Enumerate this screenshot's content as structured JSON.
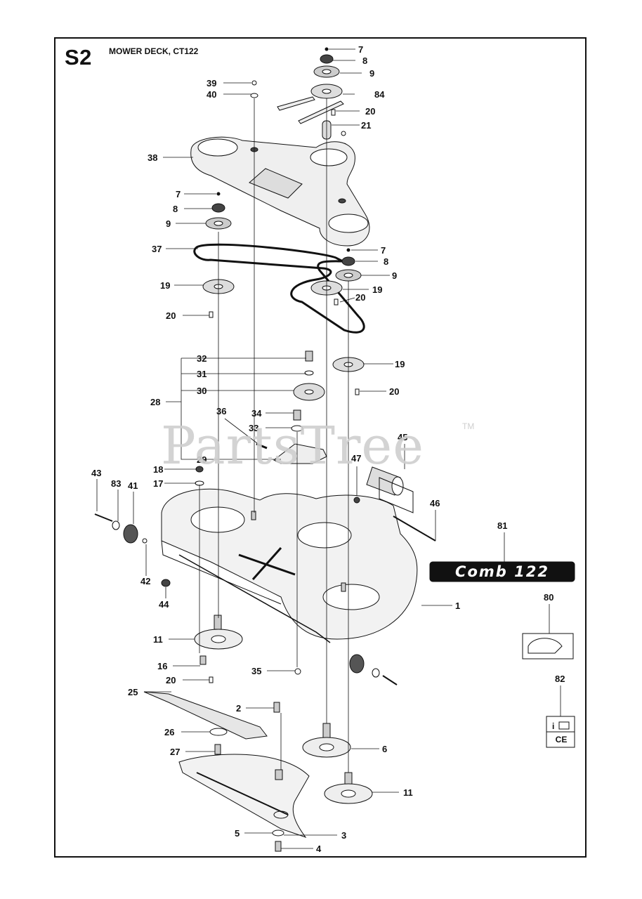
{
  "header": {
    "page_code": "S2",
    "title": "MOWER DECK, CT122"
  },
  "watermark": {
    "text": "PartsTree",
    "tm": "TM"
  },
  "decal": {
    "text": "Comb 122"
  },
  "ce_label": {
    "text": "CE"
  },
  "callouts": [
    "7",
    "8",
    "9",
    "84",
    "20",
    "21",
    "39",
    "40",
    "38",
    "7",
    "8",
    "9",
    "37",
    "7",
    "8",
    "9",
    "19",
    "19",
    "20",
    "20",
    "19",
    "20",
    "32",
    "31",
    "30",
    "28",
    "34",
    "33",
    "36",
    "29",
    "45",
    "47",
    "18",
    "17",
    "43",
    "83",
    "41",
    "46",
    "81",
    "42",
    "44",
    "1",
    "80",
    "11",
    "16",
    "20",
    "35",
    "82",
    "25",
    "2",
    "26",
    "27",
    "6",
    "11",
    "5",
    "3",
    "4"
  ],
  "colors": {
    "line": "#111111",
    "decal_bg": "#111111",
    "watermark": "#cfcfcf"
  }
}
